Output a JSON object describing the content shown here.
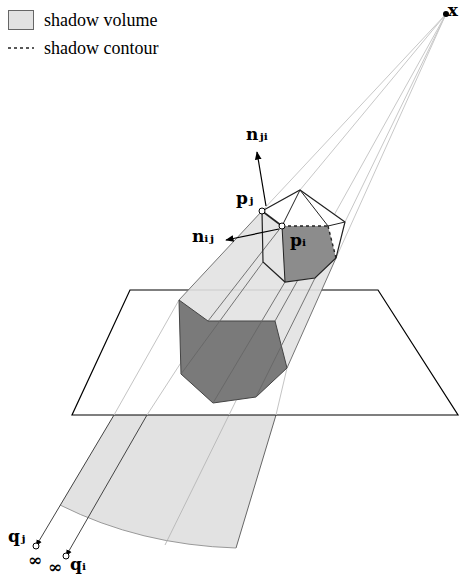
{
  "diagram": {
    "labels": [
      "x",
      "nⱼᵢ",
      "pⱼ",
      "nᵢⱼ",
      "pᵢ",
      "qⱼ",
      "∞",
      "qᵢ",
      "∞"
    ],
    "legend": [
      {
        "text": "shadow volume",
        "color": "#e2e2e2"
      },
      {
        "text": "shadow contour"
      }
    ]
  }
}
